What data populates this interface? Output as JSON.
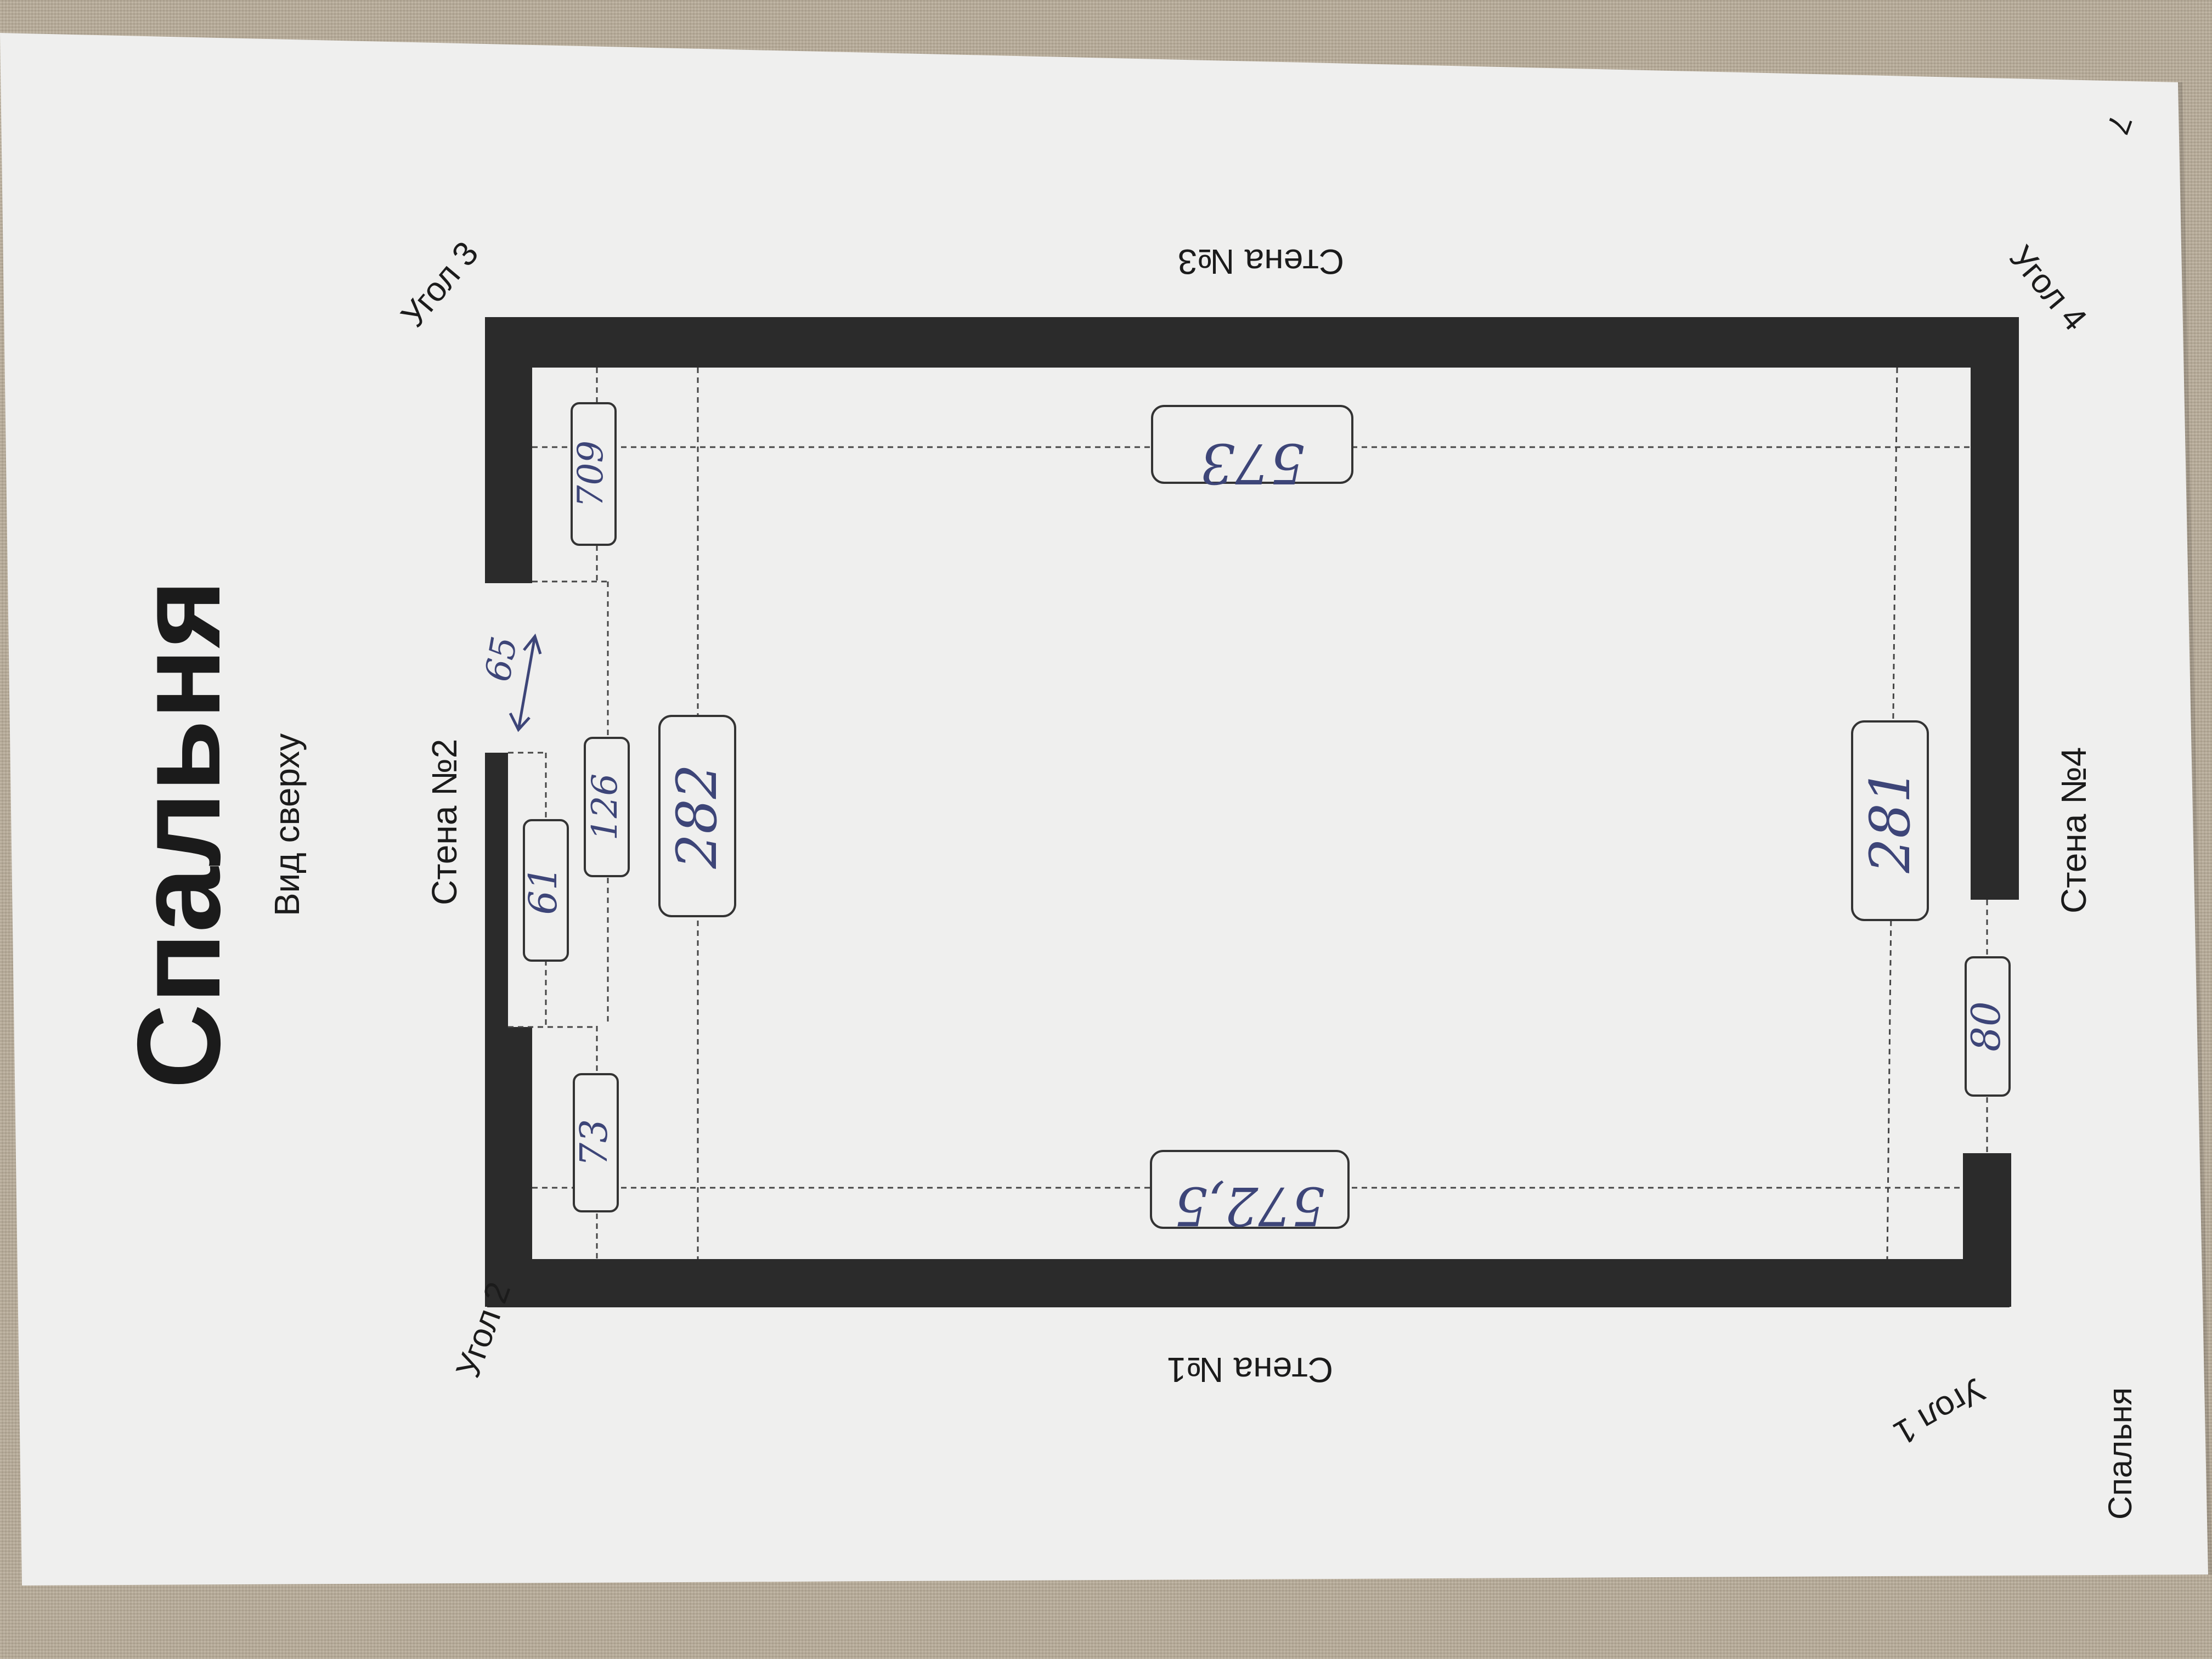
{
  "title": "Спальня",
  "subtitle": "Вид сверху",
  "page_number": "7",
  "footer": "Спальня",
  "walls": {
    "wall1": "Стена №1",
    "wall2": "Стена №2",
    "wall3": "Стена №3",
    "wall4": "Стена №4"
  },
  "corners": {
    "corner1": "Угол 1",
    "corner2": "Угол 2",
    "corner3": "Угол 3",
    "corner4": "Угол 4"
  },
  "measurements": {
    "wall1_length": "572,5",
    "wall3_length": "573",
    "wall2_height": "282",
    "wall4_height": "281",
    "wall2_seg_left": "73",
    "wall2_seg_window_low": "61",
    "wall2_seg_window_high": "126",
    "wall2_seg_right": "709",
    "wall2_window_width": "65",
    "wall4_door": "80"
  },
  "colors": {
    "paper": "#efefee",
    "wall": "#2b2b2b",
    "ink": "#3d4578",
    "background": "#b9ad9a"
  }
}
